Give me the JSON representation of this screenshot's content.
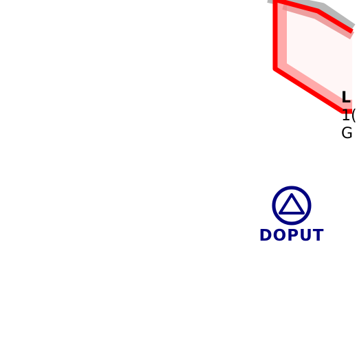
{
  "map": {
    "airspace": {
      "label_name": "L",
      "label_line1": "1(",
      "label_line2": "G",
      "border_color": "#ff0000",
      "fill_color": "#fff8f8"
    },
    "waypoint": {
      "name": "DOPUT",
      "symbol": "circled-triangle",
      "color": "#000080"
    }
  }
}
